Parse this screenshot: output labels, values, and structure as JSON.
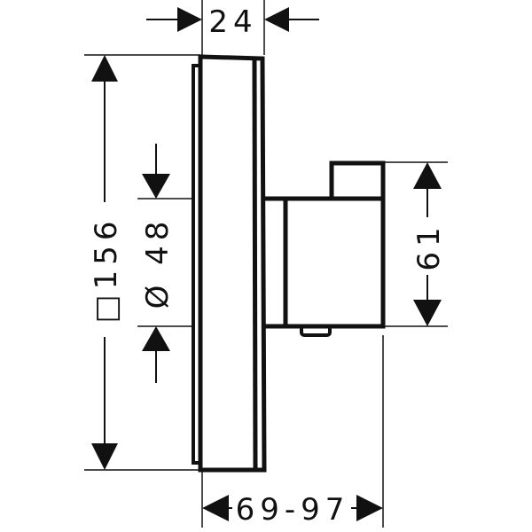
{
  "dimensions": {
    "depth_plate": "24",
    "height_plate": "□156",
    "diameter_knob": "Ø 48",
    "height_body": "61",
    "depth_range": "69-97"
  },
  "colors": {
    "line": "#111111",
    "background": "#ffffff"
  }
}
